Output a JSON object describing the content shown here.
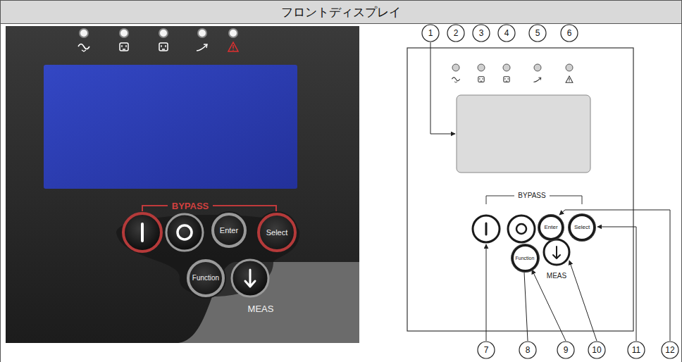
{
  "diagram": {
    "title": "フロントディスプレイ",
    "nodes": [
      {
        "text": [
          "Enter"
        ]
      },
      {
        "text": [
          "Select"
        ]
      },
      {
        "text": [
          "Function"
        ]
      },
      {
        "text": [
          "Enter"
        ]
      },
      {
        "text": [
          "Select"
        ]
      },
      {
        "text": [
          "Function"
        ]
      }
    ],
    "labels": [
      "BYPASS",
      "MEAS",
      "BYPASS",
      "MEAS",
      "1",
      "2",
      "3",
      "4",
      "5",
      "6",
      "7",
      "8",
      "9",
      "10",
      "11",
      "12"
    ]
  }
}
